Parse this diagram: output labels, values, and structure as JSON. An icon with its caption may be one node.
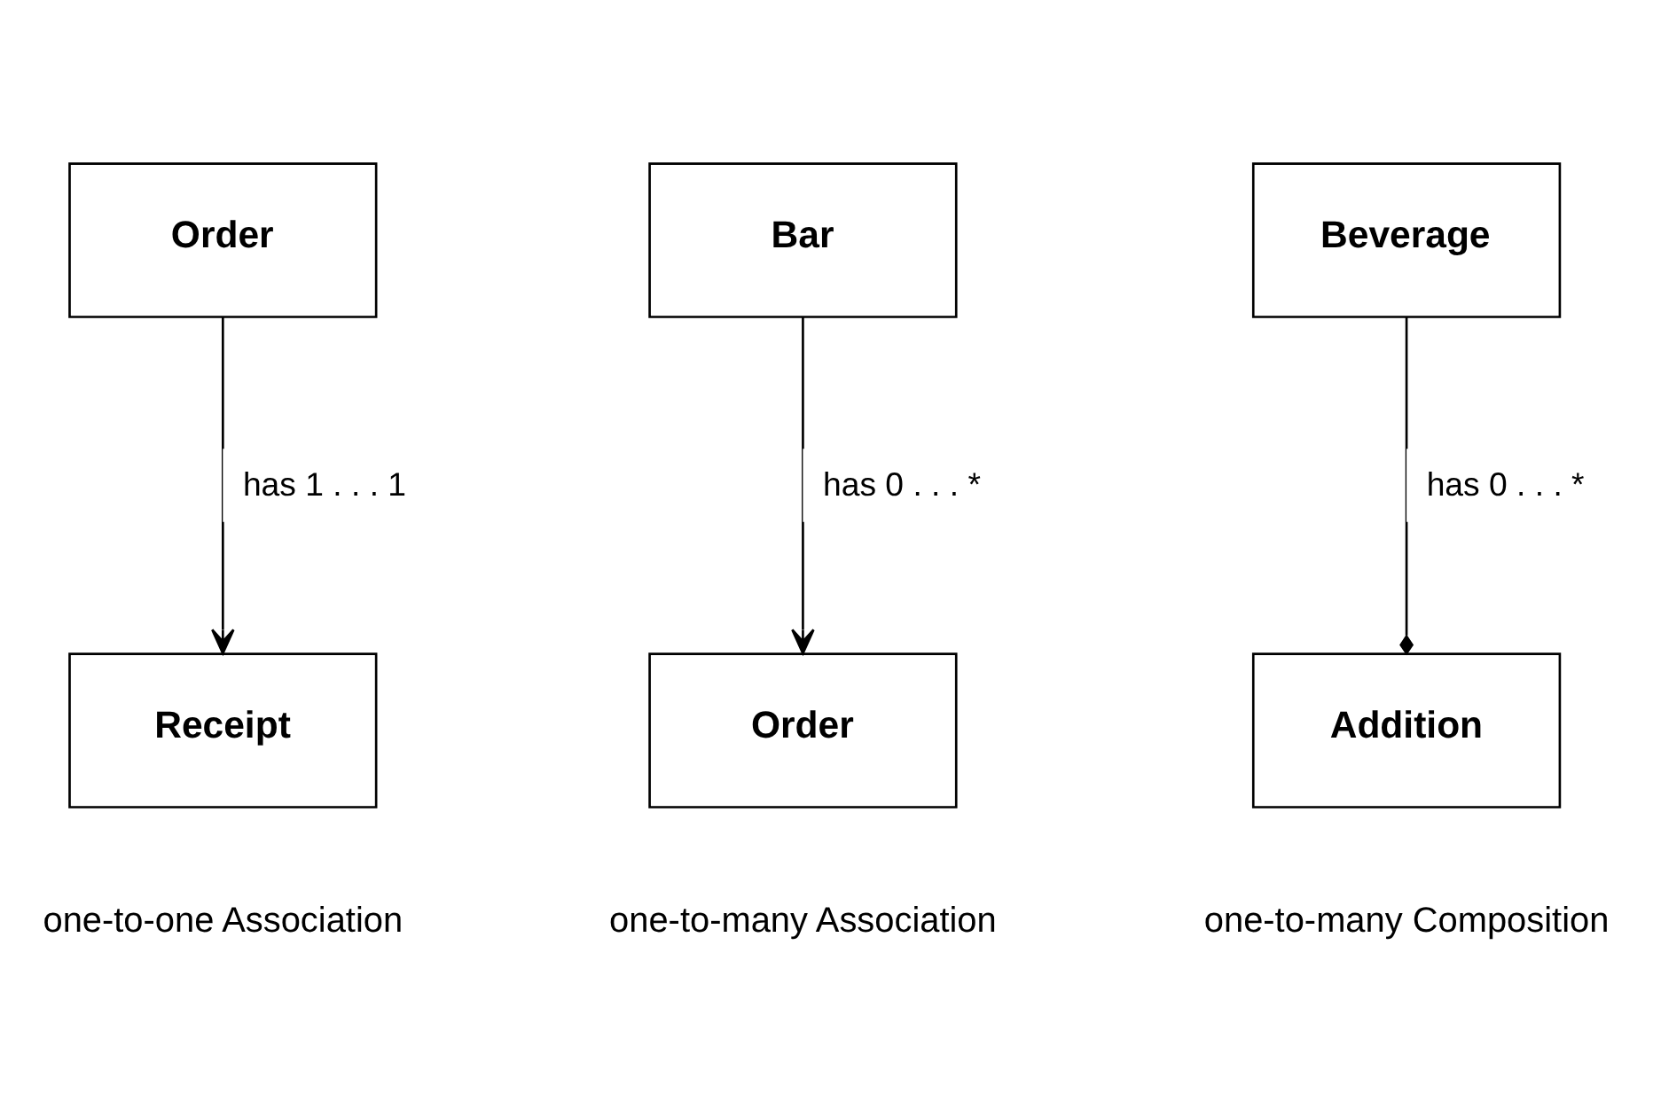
{
  "diagram": {
    "nodes": [
      {
        "text": [
          "Order"
        ]
      },
      {
        "text": [
          "Bar"
        ]
      },
      {
        "text": [
          "Beverage"
        ]
      },
      {
        "text": [
          "Receipt"
        ],
        "beside": [
          "one-to-one Association"
        ]
      },
      {
        "text": [
          "Order"
        ],
        "beside": [
          "one-to-many Association"
        ]
      },
      {
        "text": [
          "Addition"
        ],
        "beside": [
          "one-to-many Composition"
        ]
      }
    ],
    "edges": [
      {
        "from": 0,
        "to": 3,
        "arrow": "to",
        "label": "has 1 . . . 1"
      },
      {
        "from": 1,
        "to": 4,
        "arrow": "to",
        "label": "has 0 . . . *"
      },
      {
        "from": 2,
        "to": 5,
        "arrow": "other",
        "label": "has 0 . . . *"
      }
    ]
  }
}
